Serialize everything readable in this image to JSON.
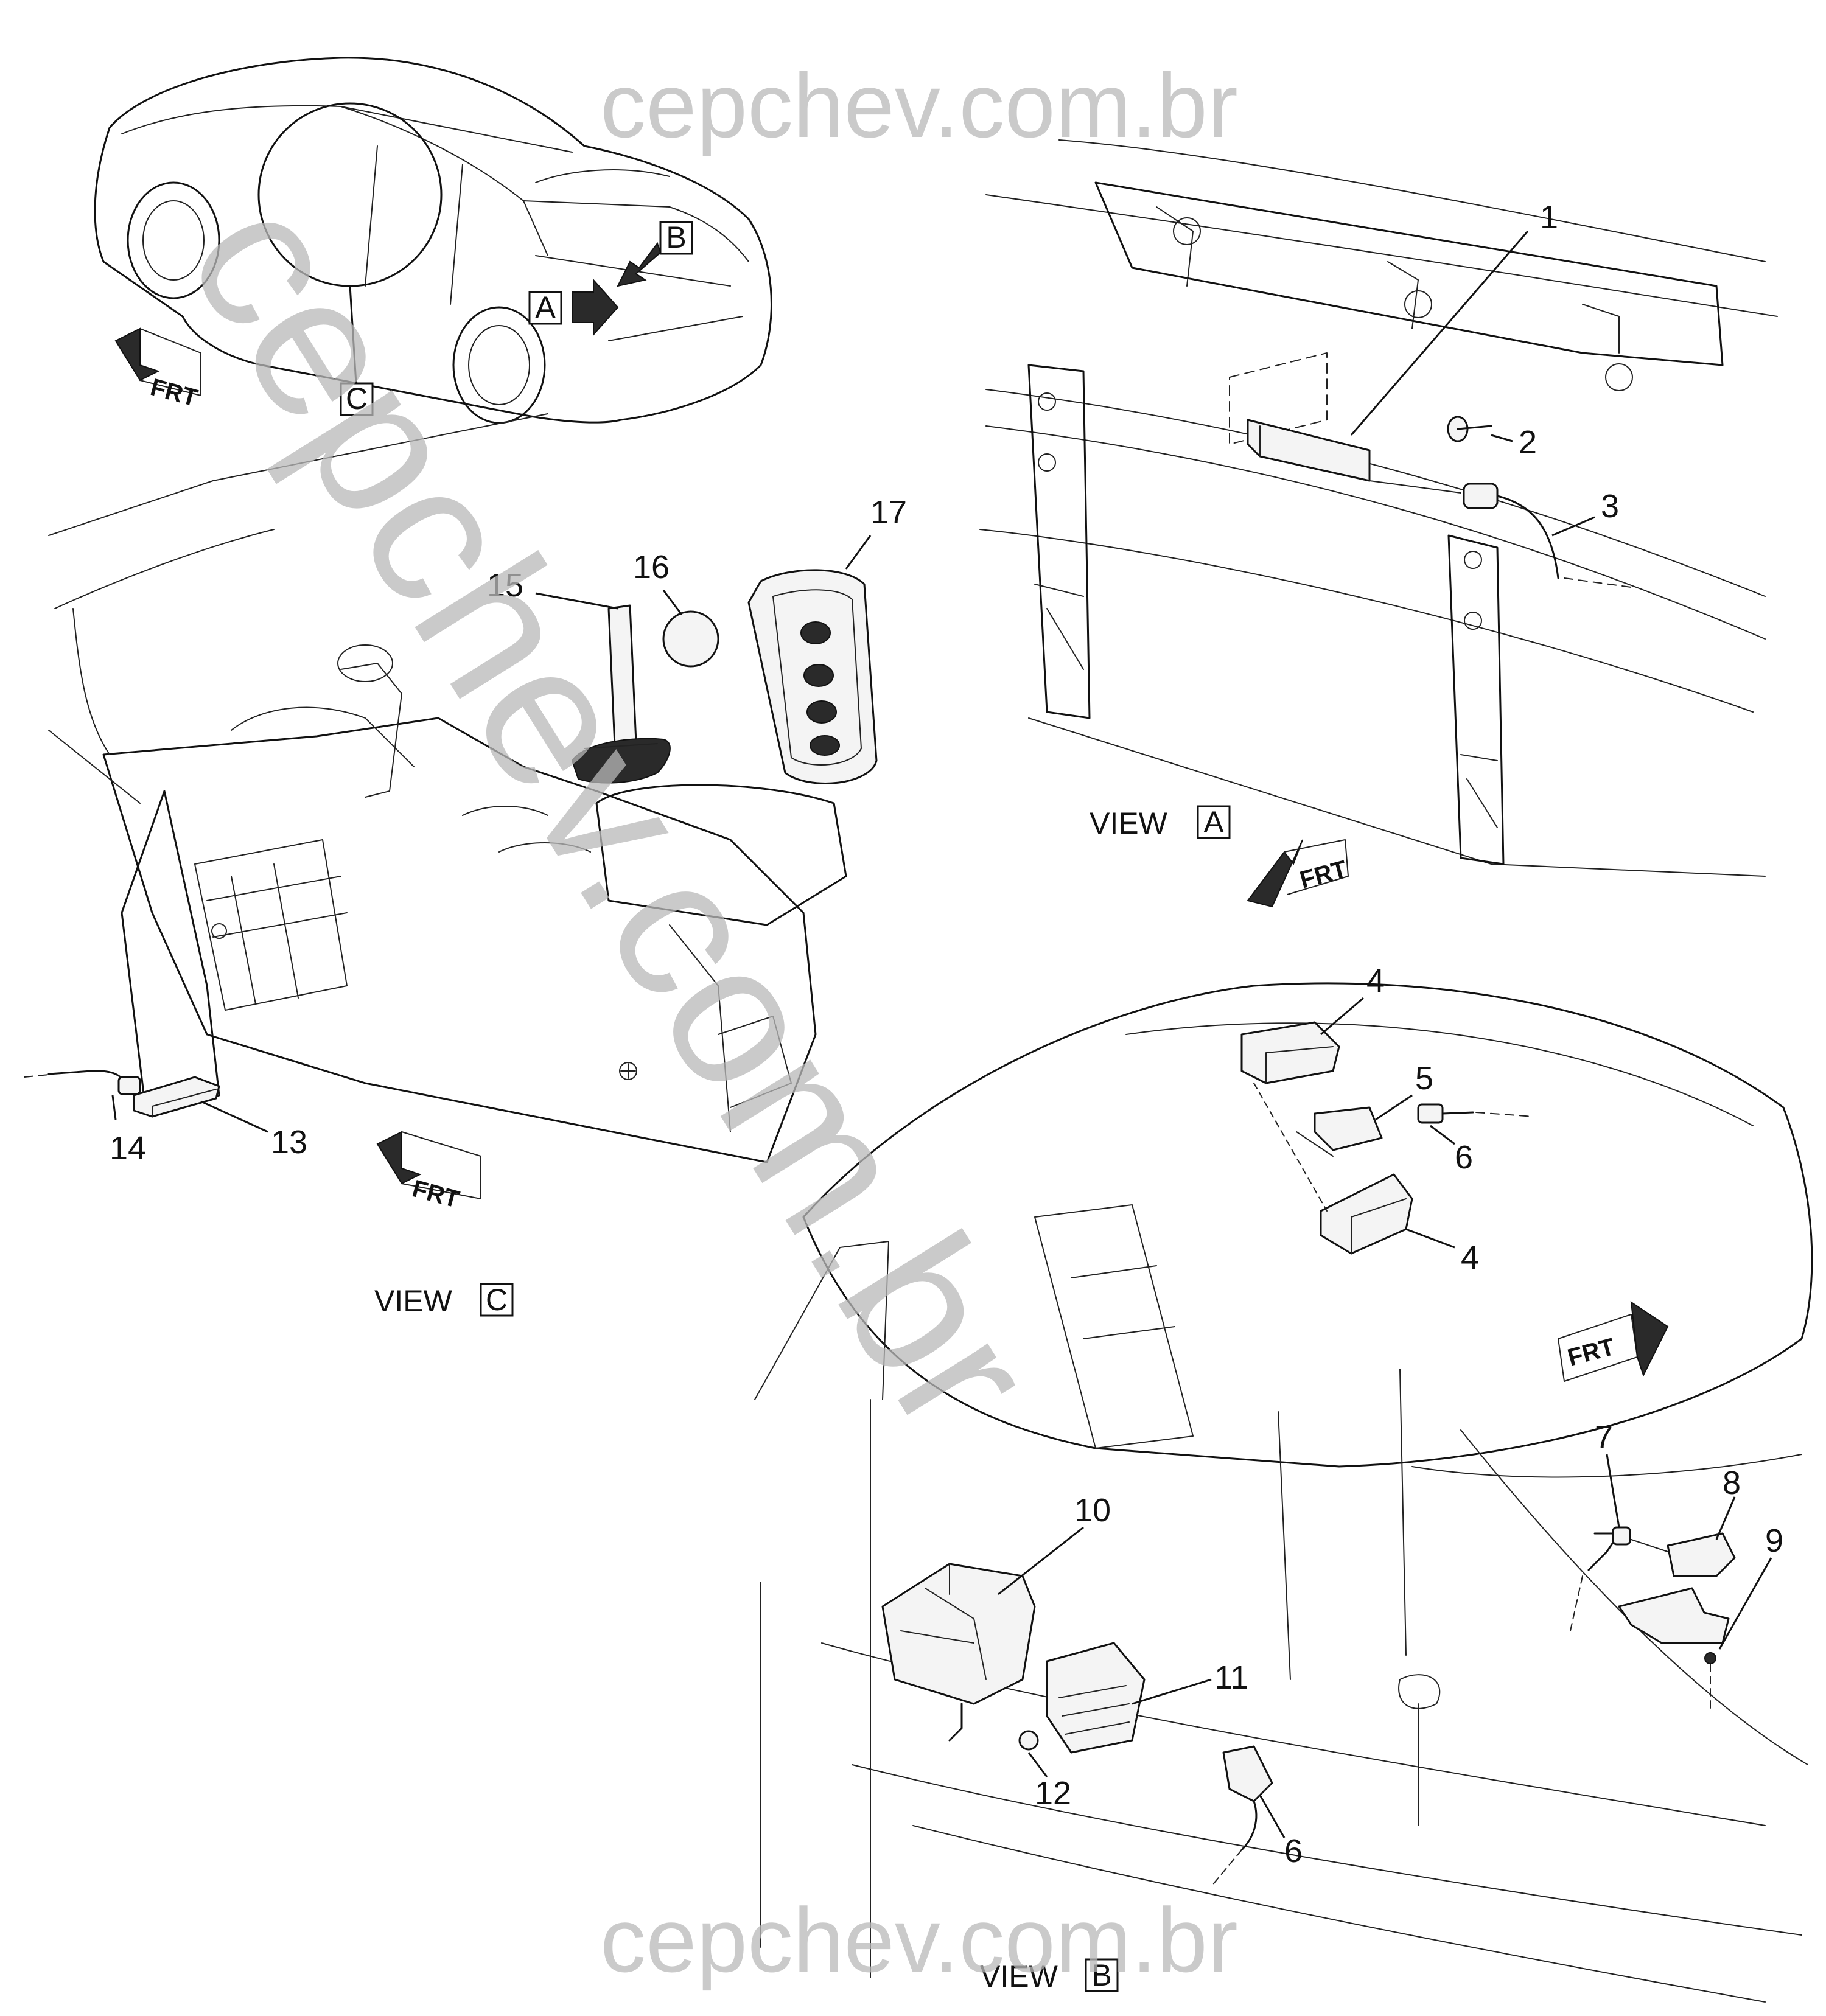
{
  "watermark": {
    "top": "cepchev.com.br",
    "bottom": "cepchev.com.br",
    "diagonal": "cepchev.com.br"
  },
  "views": {
    "a": {
      "prefix": "VIEW",
      "letter": "A"
    },
    "b": {
      "prefix": "VIEW",
      "letter": "B"
    },
    "c": {
      "prefix": "VIEW",
      "letter": "C"
    }
  },
  "vehicle_callouts": {
    "a": "A",
    "b": "B",
    "c": "C"
  },
  "frt": "FRT",
  "callouts": {
    "n1": "1",
    "n2": "2",
    "n3": "3",
    "n4a": "4",
    "n4b": "4",
    "n5": "5",
    "n6a": "6",
    "n6b": "6",
    "n7": "7",
    "n8": "8",
    "n9": "9",
    "n10": "10",
    "n11": "11",
    "n12": "12",
    "n13": "13",
    "n14": "14",
    "n15": "15",
    "n16": "16",
    "n17": "17"
  }
}
